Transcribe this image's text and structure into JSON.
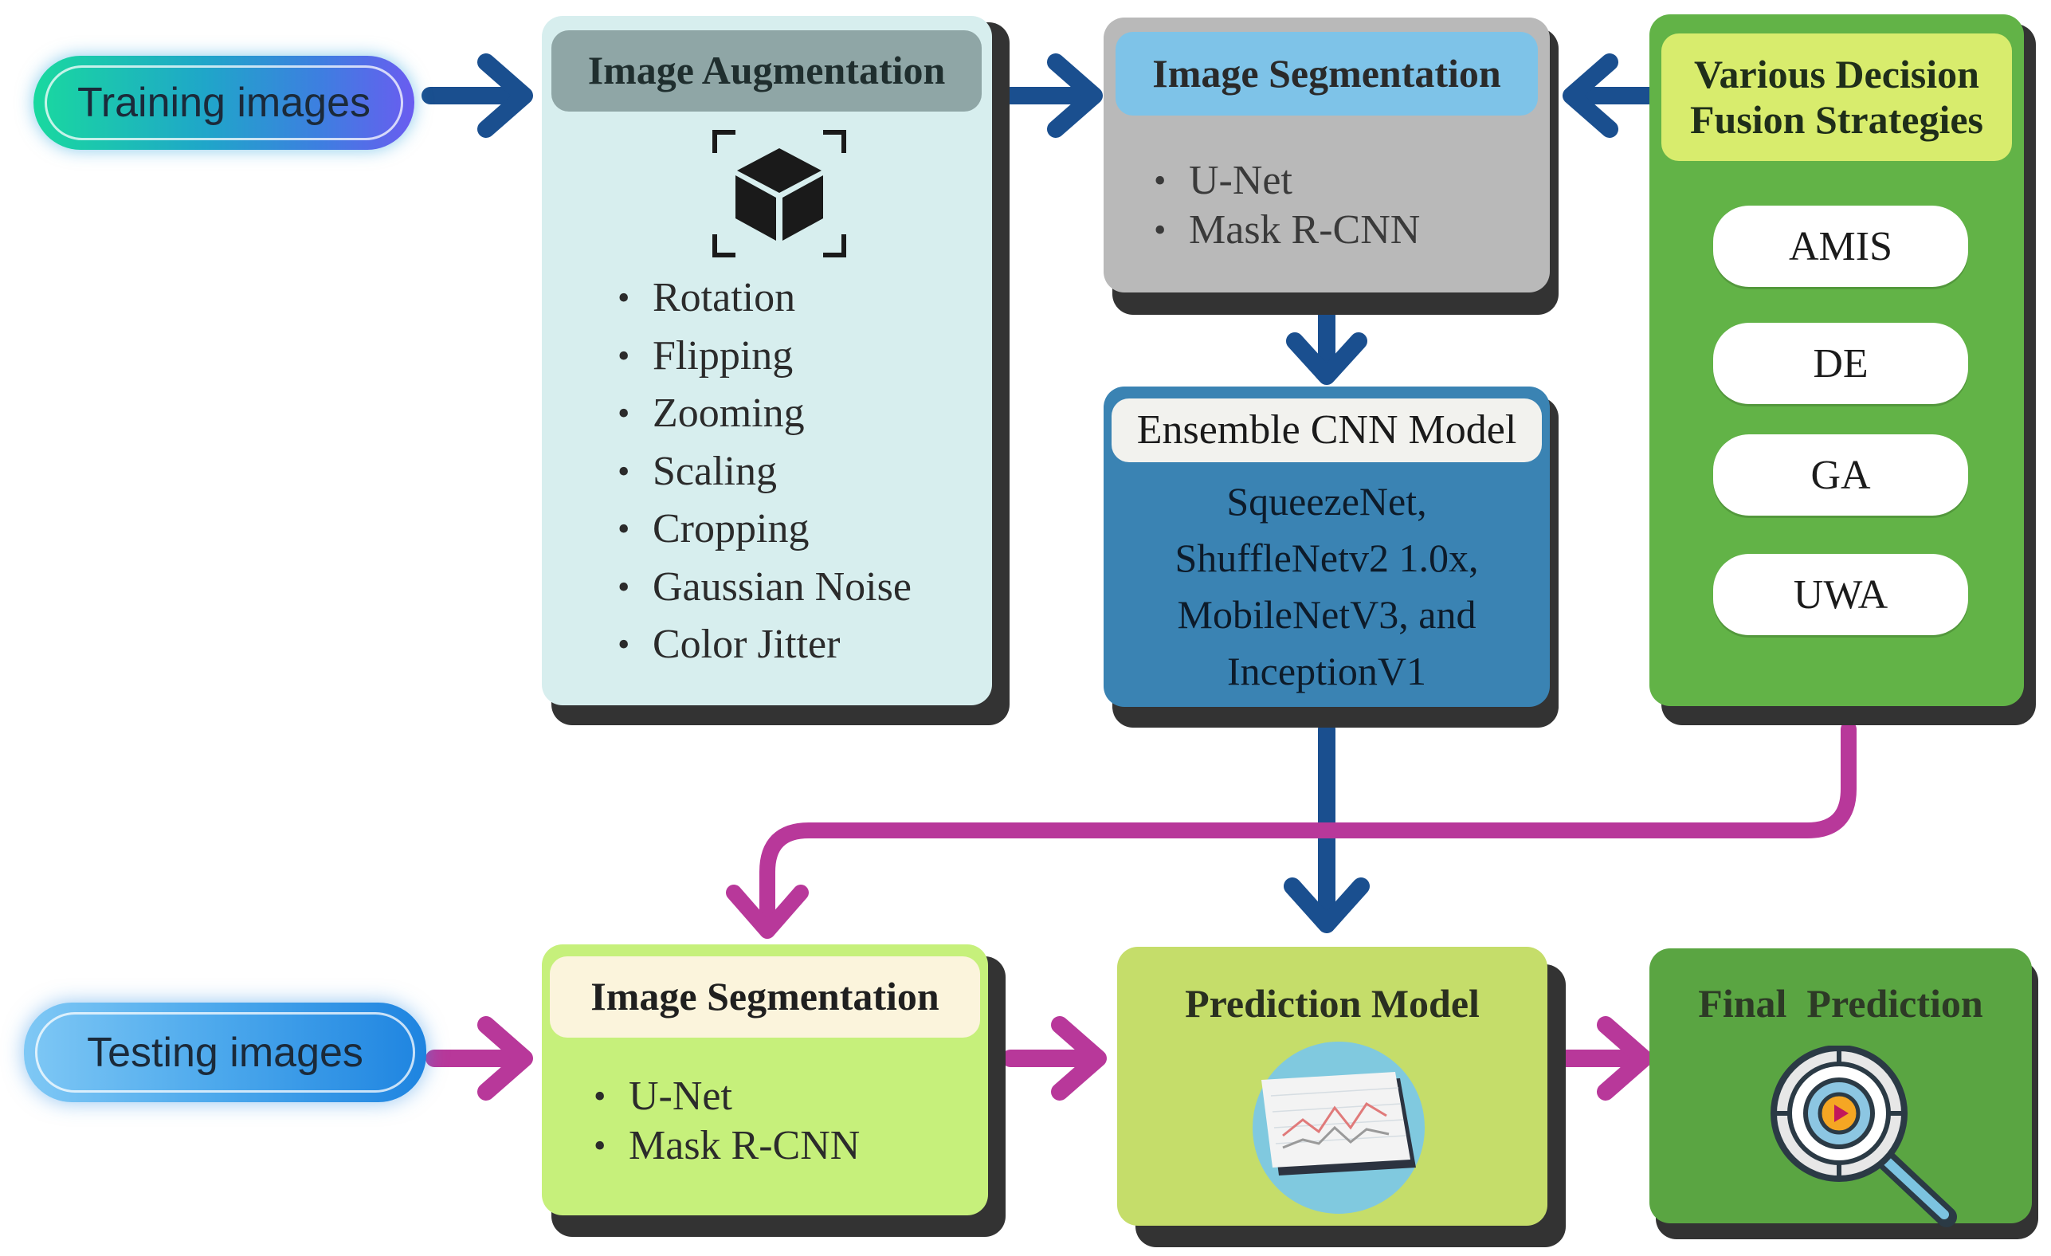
{
  "training": {
    "label": "Training images"
  },
  "testing": {
    "label": "Testing images"
  },
  "augmentation": {
    "title": "Image Augmentation",
    "icon": "cube-scan-icon",
    "items": [
      "Rotation",
      "Flipping",
      "Zooming",
      "Scaling",
      "Cropping",
      "Gaussian Noise",
      "Color Jitter"
    ]
  },
  "segmentation_top": {
    "title": "Image Segmentation",
    "items": [
      "U-Net",
      "Mask R-CNN"
    ]
  },
  "fusion": {
    "title_line1": "Various Decision",
    "title_line2": "Fusion Strategies",
    "items": [
      "AMIS",
      "DE",
      "GA",
      "UWA"
    ]
  },
  "ensemble": {
    "title": "Ensemble CNN Model",
    "lines": [
      "SqueezeNet,",
      "ShuffleNetv2 1.0x,",
      "MobileNetV3, and",
      "InceptionV1"
    ]
  },
  "segmentation_bottom": {
    "title": "Image Segmentation",
    "items": [
      "U-Net",
      "Mask R-CNN"
    ]
  },
  "prediction": {
    "title": "Prediction Model",
    "icon": "line-chart-icon"
  },
  "final": {
    "title": "Final  Prediction",
    "icon": "target-magnifier-icon"
  },
  "colors": {
    "blue_arrow": "#1a4f8f",
    "magenta_arrow": "#b8389a",
    "aug_bg": "#d7eeee",
    "seg_top_bg": "#b9b9b9",
    "ensemble_bg": "#3a83b3",
    "fusion_bg": "#62b347",
    "seg_bottom_bg": "#c6f07b",
    "prediction_bg": "#c5dd6a",
    "final_bg": "#5aa542"
  }
}
